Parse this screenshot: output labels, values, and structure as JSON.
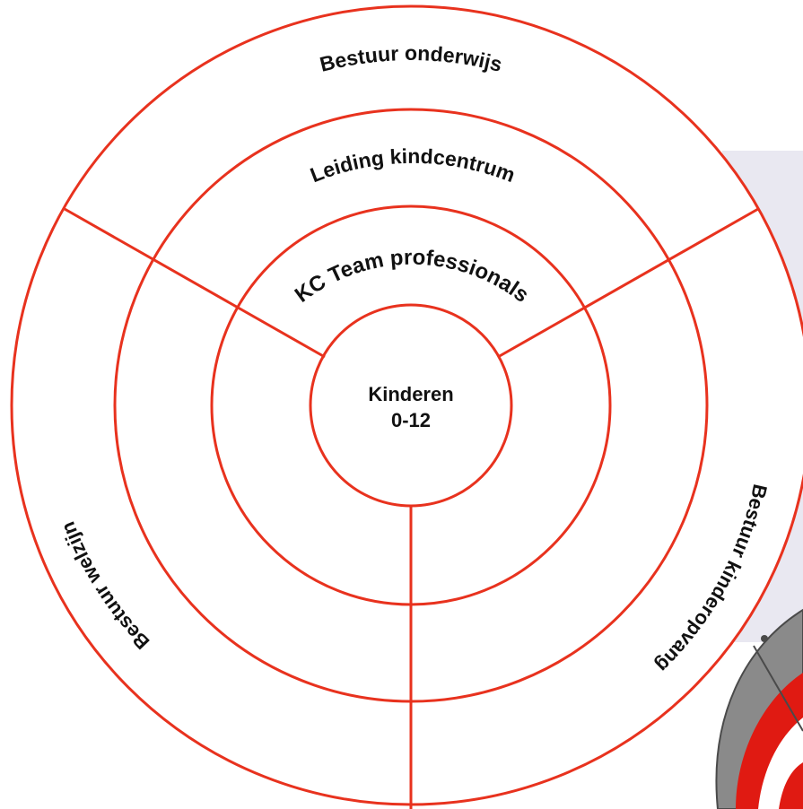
{
  "diagram": {
    "center": {
      "line1": "Kinderen",
      "line2": "0-12"
    },
    "rings": {
      "team": "KC Team professionals",
      "leiding": "Leiding kindcentrum",
      "onderwijs": "Bestuur onderwijs",
      "kinderopvang": "Bestuur kinderopvang",
      "welzijn": "Bestuur welzijn"
    },
    "colors": {
      "line": "#e8321e",
      "text": "#111111",
      "background_panel": "#e9e8f1",
      "umbrella_gray": "#8a8a8a",
      "umbrella_red": "#e01a12"
    },
    "decor": {
      "umbrella": "umbrella-icon"
    }
  }
}
